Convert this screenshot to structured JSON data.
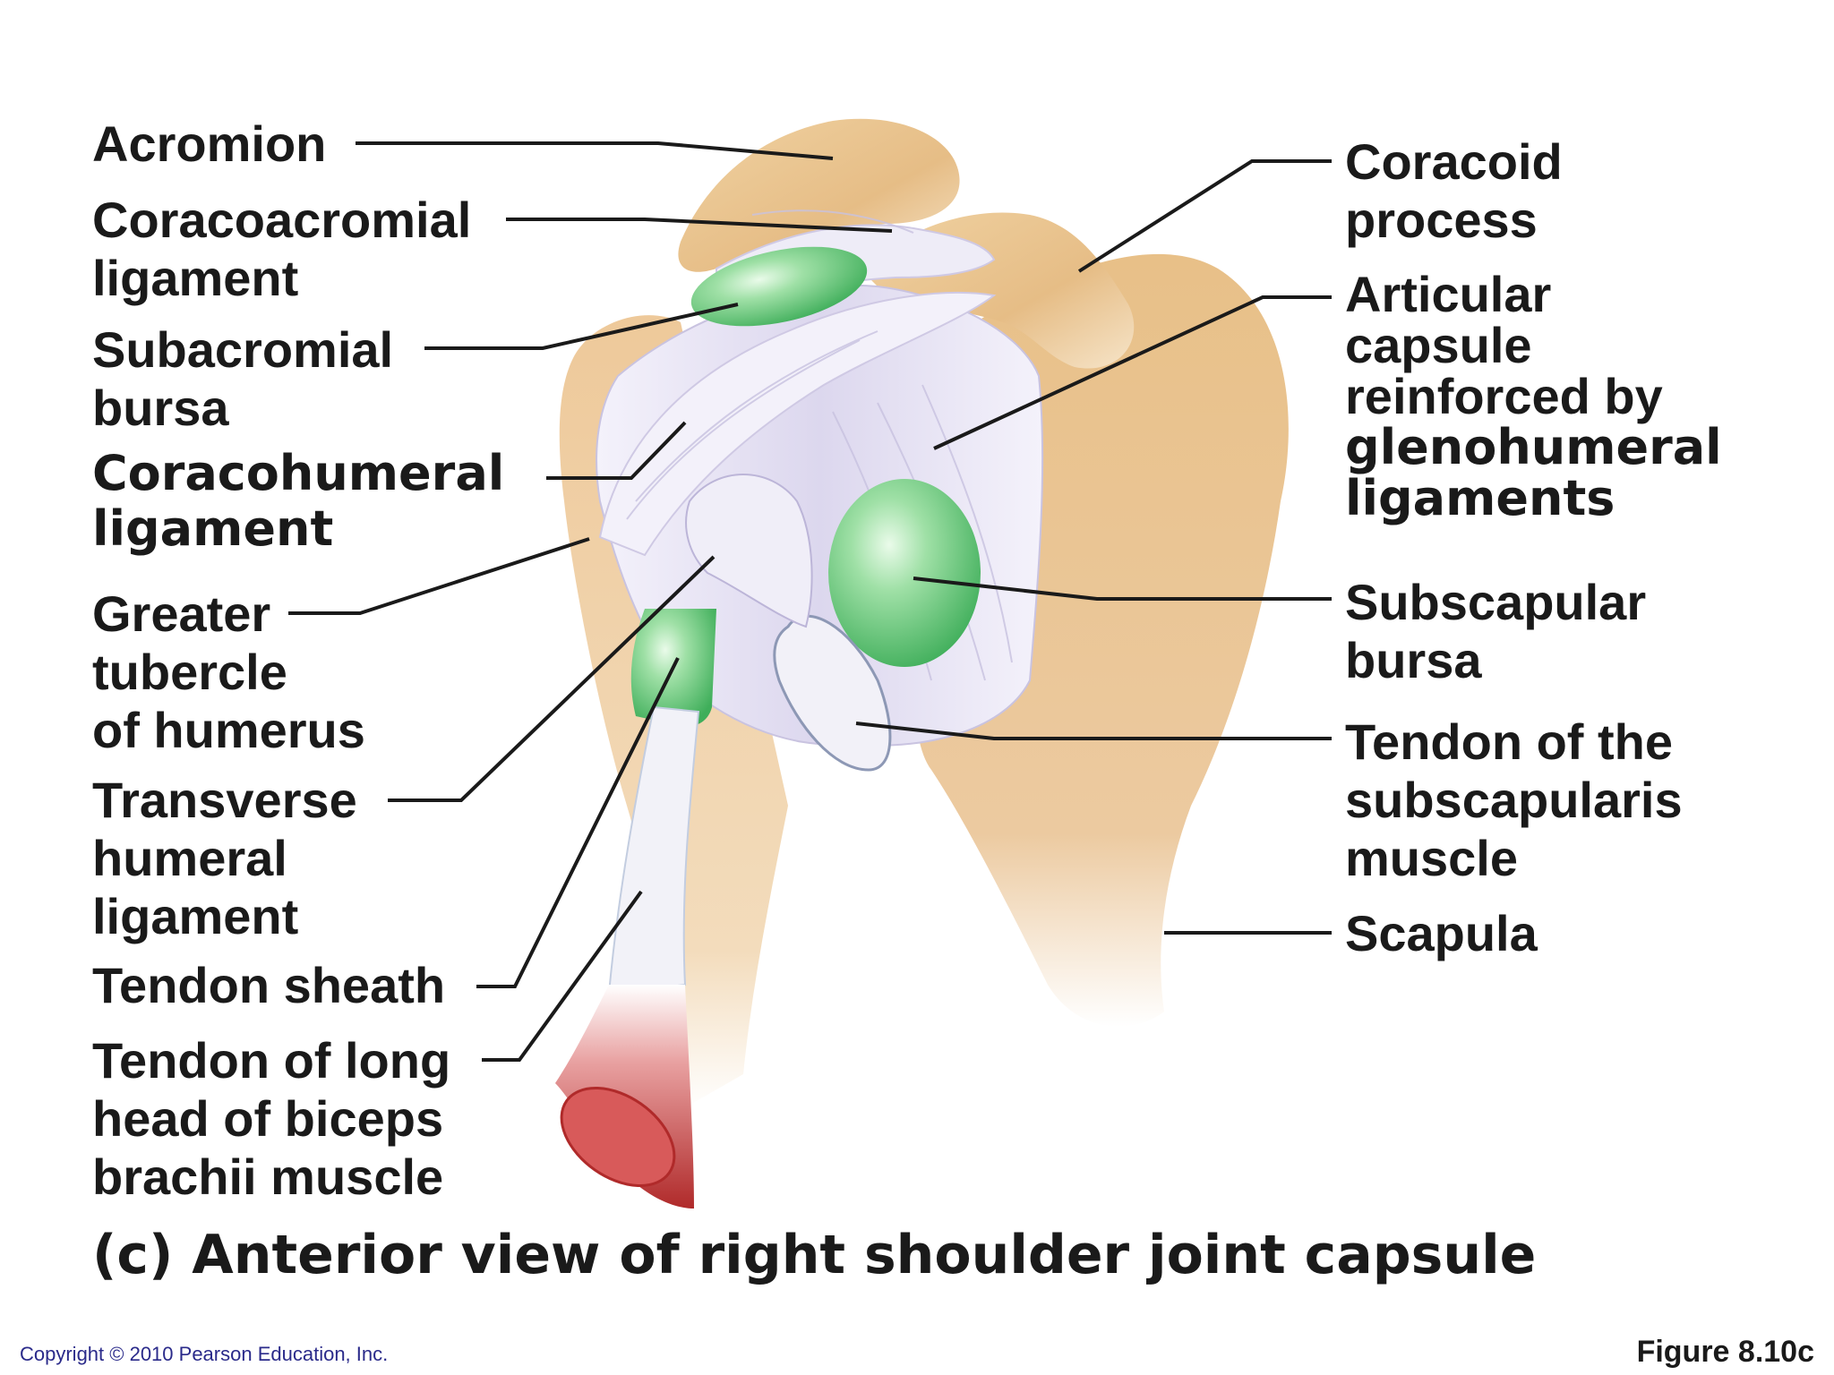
{
  "labels_left": {
    "acromion": [
      "Acromion"
    ],
    "coracoacromial": [
      "Coracoacromial",
      "ligament"
    ],
    "subacromial": [
      "Subacromial",
      "bursa"
    ],
    "coracohumeral": [
      "Coracohumeral",
      "ligament"
    ],
    "greater_tubercle": [
      "Greater",
      "tubercle",
      "of humerus"
    ],
    "transverse": [
      "Transverse",
      "humeral",
      "ligament"
    ],
    "tendon_sheath": [
      "Tendon sheath"
    ],
    "tendon_long_head": [
      "Tendon of long",
      "head of biceps",
      "brachii muscle"
    ]
  },
  "labels_right": {
    "coracoid": [
      "Coracoid",
      "process"
    ],
    "articular": [
      "Articular",
      "capsule",
      "reinforced by",
      "glenohumeral",
      "ligaments"
    ],
    "subscapular_bursa": [
      "Subscapular",
      "bursa"
    ],
    "subscapularis_tendon": [
      "Tendon of the",
      "subscapularis",
      "muscle"
    ],
    "scapula": [
      "Scapula"
    ]
  },
  "caption": "(c) Anterior view of right shoulder joint capsule",
  "copyright": "Copyright © 2010 Pearson Education, Inc.",
  "figure_number": "Figure 8.10c",
  "colors": {
    "bone": "#e9c48f",
    "bone_shadow": "#d9a870",
    "ligament": "#ecebf6",
    "bursa": "#7fd28c",
    "muscle": "#c53a3a",
    "leader_line": "#1a1a1a"
  }
}
